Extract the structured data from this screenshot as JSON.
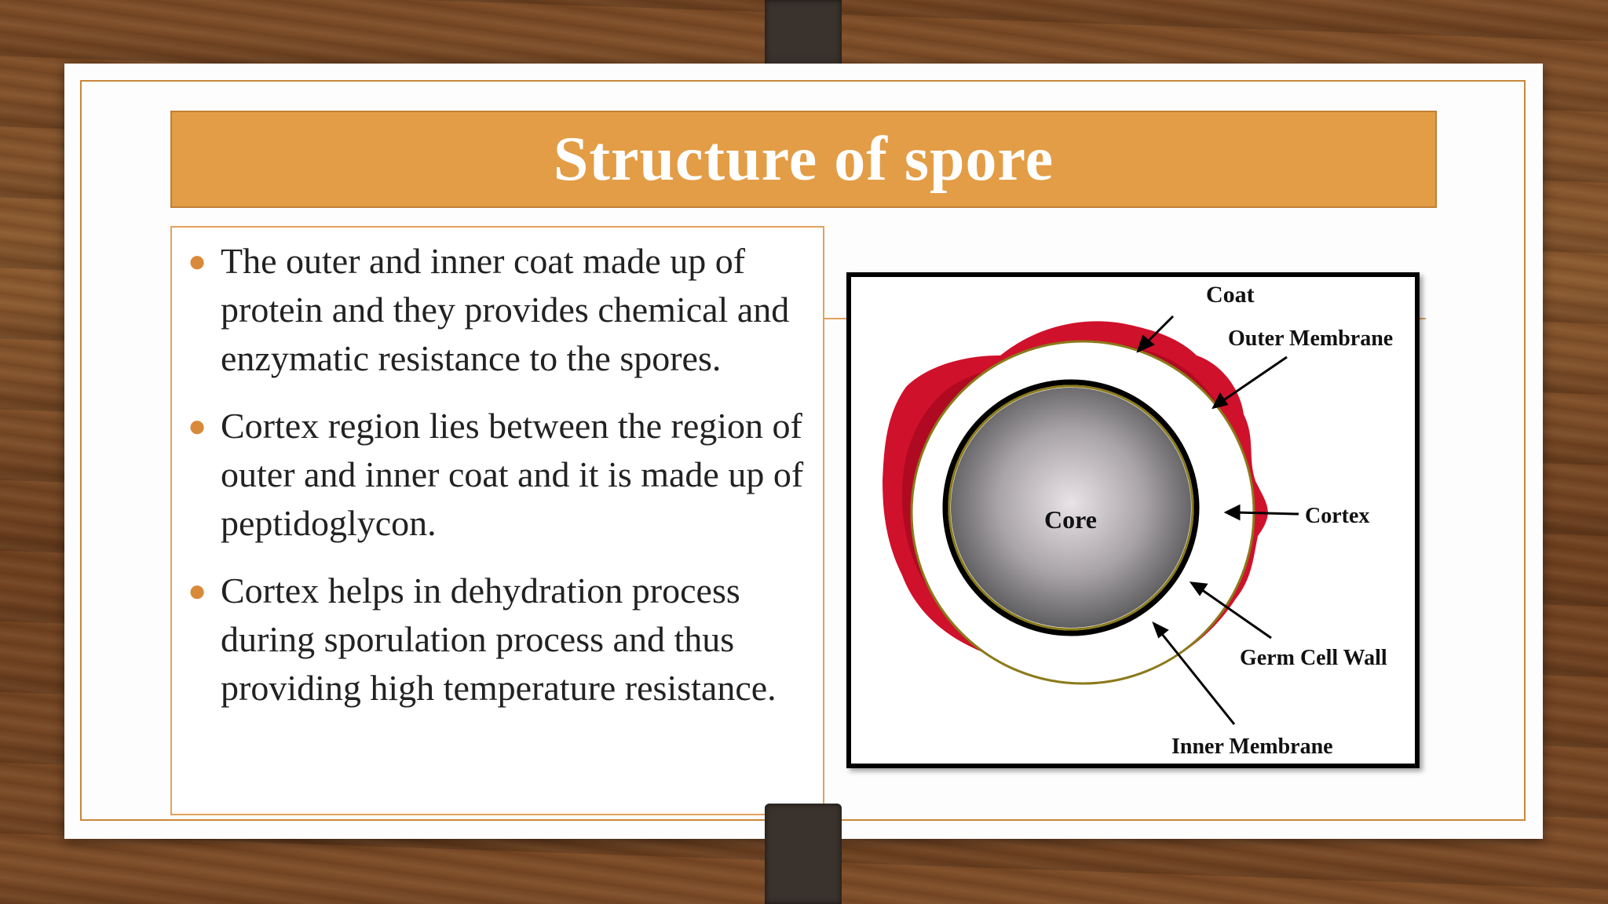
{
  "title": "Structure of spore",
  "bullets": [
    "The outer and inner coat made up of protein and they provides chemical and enzymatic resistance to the spores.",
    "Cortex region lies between the region of outer and inner coat and it is made up of peptidoglycon.",
    "Cortex helps in dehydration process during sporulation process and thus providing high temperature resistance."
  ],
  "diagram": {
    "labels": {
      "coat": "Coat",
      "outer_membrane": "Outer Membrane",
      "cortex": "Cortex",
      "core": "Core",
      "germ_cell_wall": "Germ Cell Wall",
      "inner_membrane": "Inner Membrane"
    },
    "colors": {
      "coat_outer": "#d0112b",
      "coat_inner": "#b00a22",
      "membrane": "#8a7a1a",
      "core_center": "#e8e0e6",
      "core_edge": "#5a5a5c"
    }
  },
  "theme": {
    "title_bar": "#e39d46",
    "accent_border": "#e3a25a",
    "bullet_marker": "#d9893a"
  }
}
